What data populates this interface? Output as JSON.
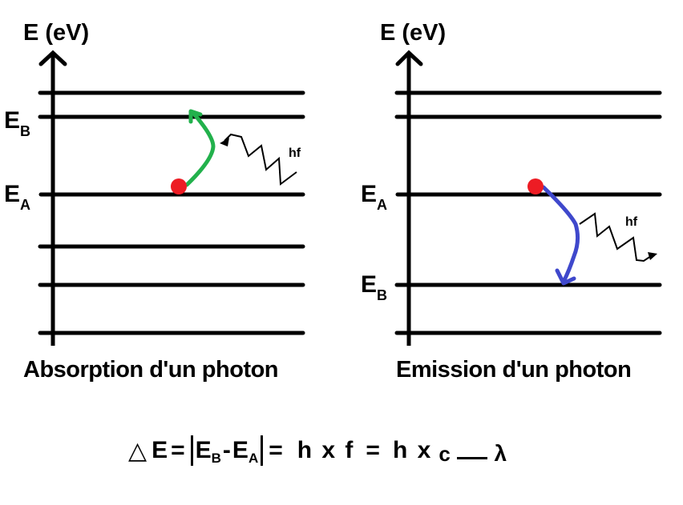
{
  "left_panel": {
    "axis_label": "E (eV)",
    "level_EB": {
      "letter": "E",
      "sub": "B"
    },
    "level_EA": {
      "letter": "E",
      "sub": "A"
    },
    "photon_label": "hf",
    "caption": "Absorption d'un photon",
    "transition_color": "#22b14c"
  },
  "right_panel": {
    "axis_label": "E (eV)",
    "level_EA": {
      "letter": "E",
      "sub": "A"
    },
    "level_EB": {
      "letter": "E",
      "sub": "B"
    },
    "photon_label": "hf",
    "caption": "Emission d'un photon",
    "transition_color": "#3f48cc"
  },
  "electron_color": "#ed1c24",
  "formula": {
    "delta": "△",
    "E": "E",
    "eq1": "=",
    "EB": "E",
    "EB_sub": "B",
    "minus": "-",
    "EA": "E",
    "EA_sub": "A",
    "eq2": "=",
    "hxf": "h x f",
    "eq3": "=",
    "hx": "h x",
    "numerator": "c",
    "denominator": "λ"
  }
}
